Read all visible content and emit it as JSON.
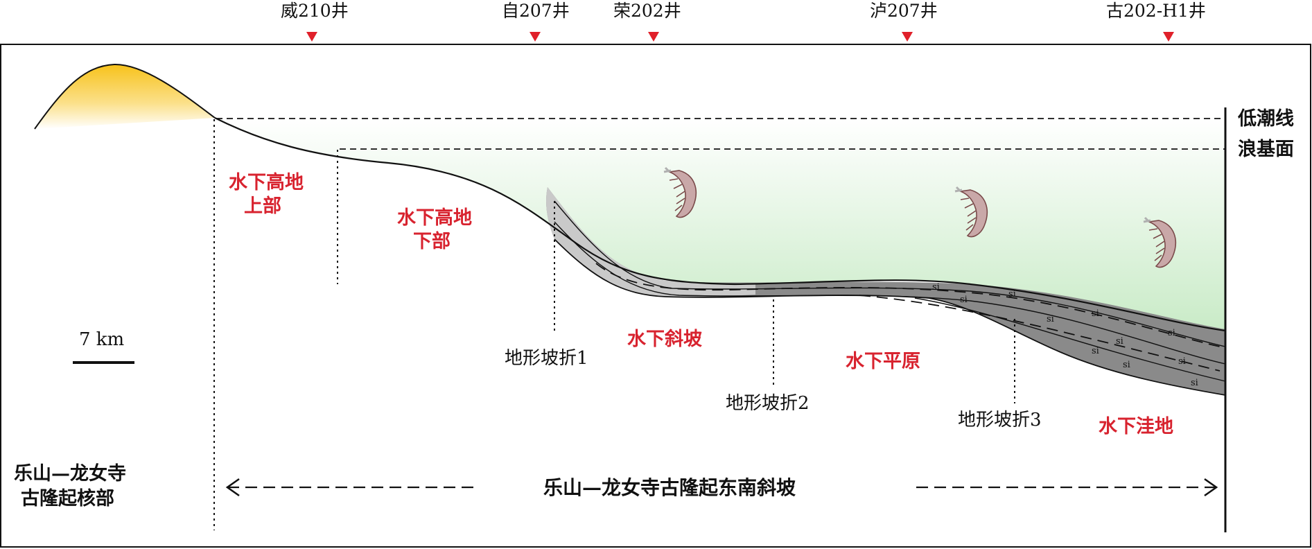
{
  "wells": [
    "威210井",
    "自207井",
    "荣202井",
    "泸207井",
    "古202-H1井"
  ],
  "water_levels": [
    "低潮线",
    "浪基面"
  ],
  "zones": {
    "upper_highland": [
      "水下高地",
      "上部"
    ],
    "lower_highland": [
      "水下高地",
      "下部"
    ],
    "slope": "水下斜坡",
    "plain": "水下平原",
    "depression": "水下洼地"
  },
  "slope_breaks": [
    "地形坡折1",
    "地形坡折2",
    "地形坡折3"
  ],
  "scale_bar": "7 km",
  "core_label": [
    "乐山—龙女寺",
    "古隆起核部"
  ],
  "slope_label": "乐山—龙女寺古隆起东南斜坡",
  "silt_mark": "si",
  "colors": {
    "zone_text": "#d8232f",
    "well_marker": "#e0202a",
    "water": "#c9ebc7",
    "land": "#f7c21b",
    "sediment": "#8a8a8a"
  },
  "icons": [
    "shrimp-fossil-icon"
  ]
}
